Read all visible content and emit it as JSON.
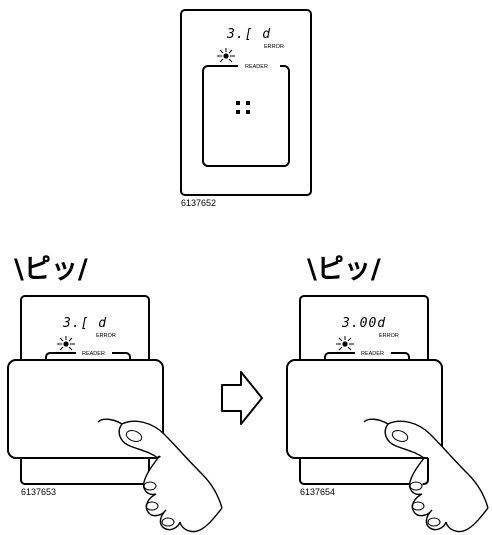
{
  "top_panel": {
    "display_value": "3.[ d",
    "error_label": "ERROR",
    "reader_label": "READER",
    "figure_code": "6137652"
  },
  "left_panel": {
    "beep_text": "\\ピッ/",
    "display_value": "3.[ d",
    "error_label": "ERROR",
    "reader_label": "READER",
    "figure_code": "6137653"
  },
  "right_panel": {
    "beep_text": "\\ピッ/",
    "display_value": "3.00d",
    "error_label": "ERROR",
    "reader_label": "READER",
    "figure_code": "6137654"
  }
}
